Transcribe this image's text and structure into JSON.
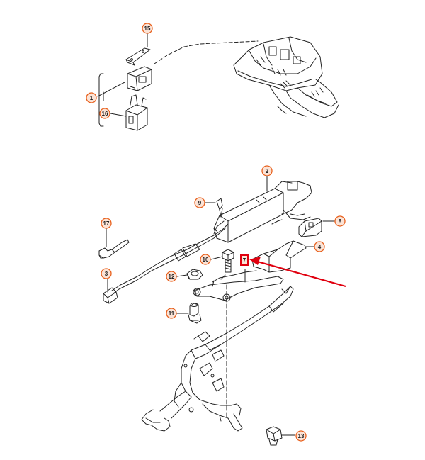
{
  "diagram": {
    "colors": {
      "line": "#222222",
      "callout_border": "#e8601c",
      "callout_fill": "#fbe3d6",
      "highlight": "#e0000f",
      "arrow": "#e0000f"
    },
    "callouts": [
      {
        "id": "c15",
        "label": "15"
      },
      {
        "id": "c1",
        "label": "1"
      },
      {
        "id": "c16",
        "label": "16"
      },
      {
        "id": "c2",
        "label": "2"
      },
      {
        "id": "c9",
        "label": "9"
      },
      {
        "id": "c8",
        "label": "8"
      },
      {
        "id": "c17",
        "label": "17"
      },
      {
        "id": "c4",
        "label": "4"
      },
      {
        "id": "c10",
        "label": "10"
      },
      {
        "id": "c7",
        "label": "7"
      },
      {
        "id": "c3",
        "label": "3"
      },
      {
        "id": "c12",
        "label": "12"
      },
      {
        "id": "c11",
        "label": "11"
      },
      {
        "id": "c13",
        "label": "13"
      }
    ]
  }
}
